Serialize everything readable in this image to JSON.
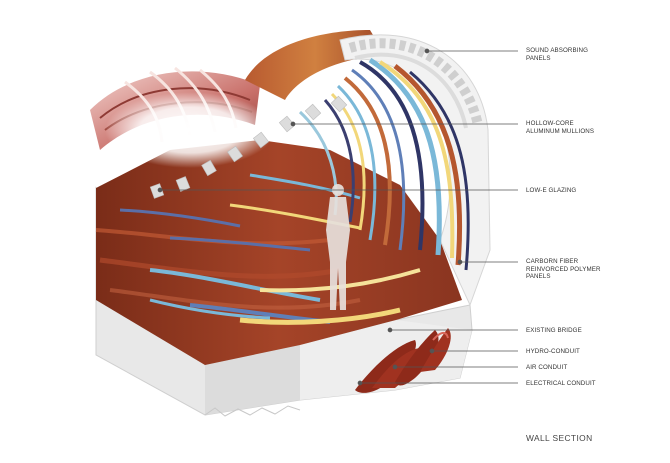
{
  "caption": "WALL SECTION",
  "callouts": [
    {
      "lines": [
        "SOUND ABSORBING",
        "PANELS"
      ]
    },
    {
      "lines": [
        "HOLLOW-CORE",
        "ALUMINUM MULLIONS"
      ]
    },
    {
      "lines": [
        "LOW-E GLAZING"
      ]
    },
    {
      "lines": [
        "CARBORN FIBER",
        "REINVORCED POLYMER",
        "PANELS"
      ]
    },
    {
      "lines": [
        "EXISTING BRIDGE"
      ]
    },
    {
      "lines": [
        "HYDRO-CONDUIT"
      ]
    },
    {
      "lines": [
        "AIR CONDUIT"
      ]
    },
    {
      "lines": [
        "ELECTRICAL CONDUIT"
      ]
    }
  ],
  "colors": {
    "polymer_red": "#9a3a22",
    "polymer_dark": "#6e2414",
    "glazing_blue": "#7ab8d8",
    "accent_yellow": "#f2d77a",
    "bridge_grey": "#e6e6e6",
    "leader_line": "#555555"
  }
}
